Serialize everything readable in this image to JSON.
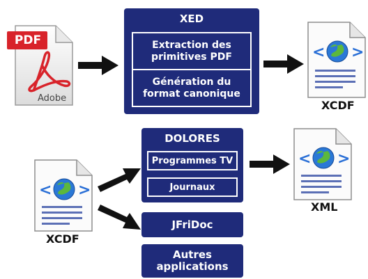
{
  "xed": {
    "title": "XED",
    "step1": "Extraction des primitives PDF",
    "step2": "Génération du format canonique"
  },
  "pdf_icon": {
    "badge": "PDF",
    "brand": "Adobe"
  },
  "xcdf_out_caption": "XCDF",
  "dolores": {
    "title": "DOLORES",
    "item1": "Programmes TV",
    "item2": "Journaux"
  },
  "jfridoc": "JFriDoc",
  "autres": "Autres applications",
  "xcdf_in_caption": "XCDF",
  "xml_caption": "XML",
  "colors": {
    "navy": "#1f2b7a",
    "pdf_red": "#d8232a",
    "doc_lines": "#5b6fb5"
  },
  "icons": [
    "pdf-document-icon",
    "xcdf-document-icon",
    "xml-document-icon",
    "globe-icon",
    "arrow-icon"
  ]
}
